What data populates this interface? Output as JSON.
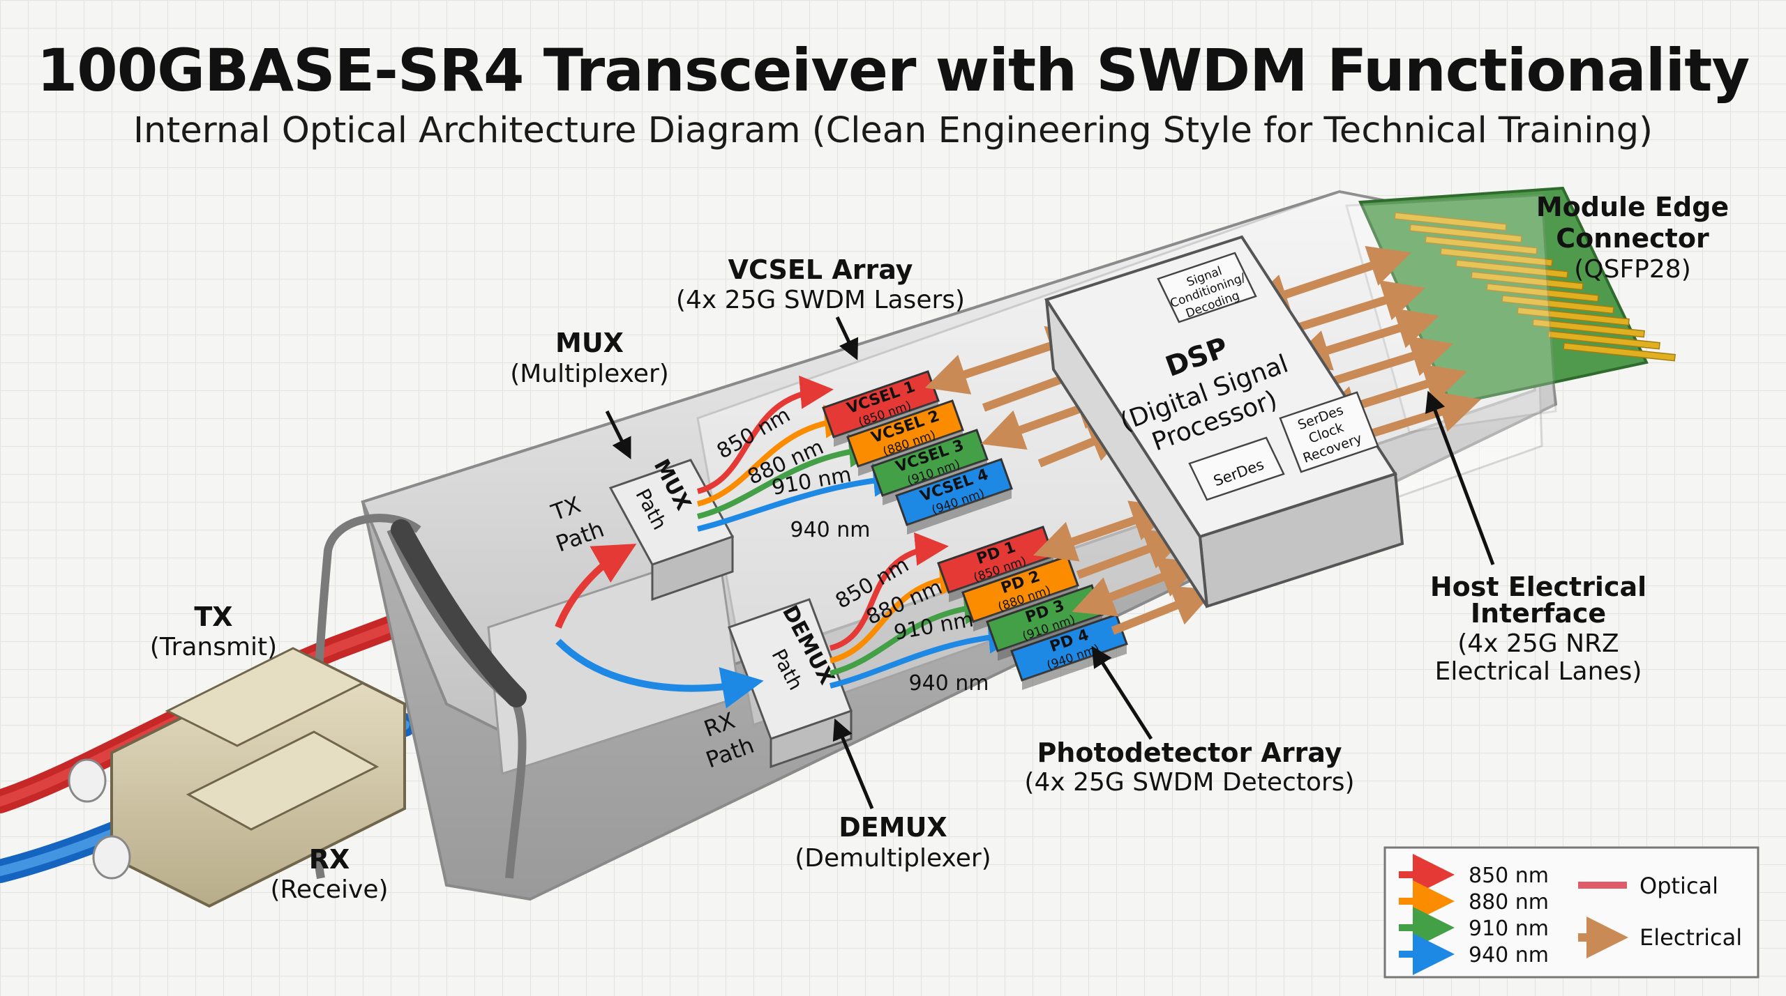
{
  "header": {
    "title": "100GBASE-SR4 Transceiver with SWDM Functionality",
    "subtitle": "Internal Optical Architecture Diagram (Clean Engineering Style for Technical Training)"
  },
  "callouts": {
    "vcsel_array": {
      "title": "VCSEL Array",
      "desc": "(4x 25G SWDM Lasers)"
    },
    "mux": {
      "title": "MUX",
      "desc": "(Multiplexer)"
    },
    "module_edge": {
      "title_line1": "Module Edge",
      "title_line2": "Connector",
      "desc": "(QSFP28)"
    },
    "tx": {
      "title": "TX",
      "desc": "(Transmit)"
    },
    "rx": {
      "title": "RX",
      "desc": "(Receive)"
    },
    "host": {
      "title_line1": "Host Electrical",
      "title_line2": "Interface",
      "desc_line1": "(4x 25G NRZ",
      "desc_line2": "Electrical Lanes)"
    },
    "photodetector": {
      "title": "Photodetector Array",
      "desc": "(4x 25G SWDM Detectors)"
    },
    "demux": {
      "title": "DEMUX",
      "desc": "(Demultiplexer)"
    }
  },
  "blocks": {
    "mux": {
      "line1": "MUX",
      "line2": "Path"
    },
    "demux": {
      "line1": "DEMUX",
      "line2": "Path"
    },
    "tx_path": {
      "line1": "TX",
      "line2": "Path"
    },
    "rx_path": {
      "line1": "RX",
      "line2": "Path"
    },
    "dsp": {
      "line1": "DSP",
      "line2": "(Digital Signal",
      "line3": "Processor)",
      "sub_signal_line1": "Signal",
      "sub_signal_line2": "Conditioning/",
      "sub_signal_line3": "Decoding",
      "sub_serdes": "SerDes",
      "sub_clock_line1": "SerDes",
      "sub_clock_line2": "Clock",
      "sub_clock_line3": "Recovery"
    }
  },
  "vcsels": [
    {
      "label": "VCSEL 1",
      "wavelength": "(850 nm)",
      "color": "#e53935"
    },
    {
      "label": "VCSEL 2",
      "wavelength": "(880 nm)",
      "color": "#fb8c00"
    },
    {
      "label": "VCSEL 3",
      "wavelength": "(910 nm)",
      "color": "#43a047"
    },
    {
      "label": "VCSEL 4",
      "wavelength": "(940 nm)",
      "color": "#1e88e5"
    }
  ],
  "photodiodes": [
    {
      "label": "PD 1",
      "wavelength": "(850 nm)",
      "color": "#e53935"
    },
    {
      "label": "PD 2",
      "wavelength": "(880 nm)",
      "color": "#fb8c00"
    },
    {
      "label": "PD 3",
      "wavelength": "(910 nm)",
      "color": "#43a047"
    },
    {
      "label": "PD 4",
      "wavelength": "(940 nm)",
      "color": "#1e88e5"
    }
  ],
  "tx_wavelengths": [
    "850 nm",
    "880 nm",
    "910 nm",
    "940 nm"
  ],
  "rx_wavelengths": [
    "850 nm",
    "880 nm",
    "910 nm",
    "940 nm"
  ],
  "legend": {
    "items": [
      {
        "label": "850 nm",
        "color": "#e53935"
      },
      {
        "label": "880 nm",
        "color": "#fb8c00"
      },
      {
        "label": "910 nm",
        "color": "#43a047"
      },
      {
        "label": "940 nm",
        "color": "#1e88e5"
      }
    ],
    "optical": "Optical",
    "electrical": "Electrical",
    "optical_color": "#e05a6a",
    "electrical_color": "#c98a56"
  },
  "colors": {
    "red": "#e53935",
    "orange": "#fb8c00",
    "green": "#43a047",
    "blue": "#1e88e5",
    "electrical": "#c98a56",
    "pcb": "#4f9a4c",
    "gold": "#e0b020",
    "connector": "#d9d0b4"
  }
}
